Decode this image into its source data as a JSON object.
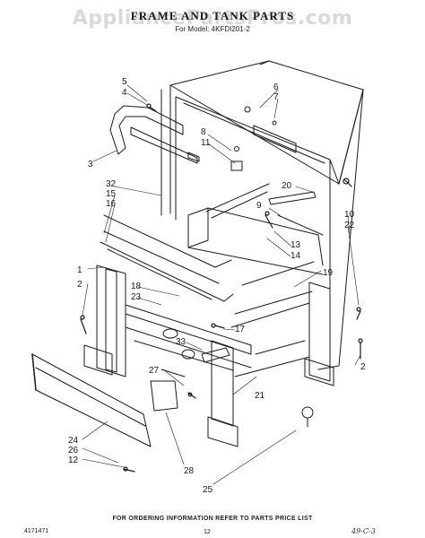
{
  "watermark": "AppliancePartsPros.com",
  "title": "FRAME AND TANK PARTS",
  "subtitle": "For Model: 4KFDI201-2",
  "footer_note": "FOR ORDERING INFORMATION REFER TO PARTS PRICE LIST",
  "document_number": "4171471",
  "page_number": "12",
  "handwritten_mark": "49-C-3",
  "callouts": [
    "5",
    "4",
    "3",
    "6",
    "7",
    "8",
    "11",
    "32",
    "15",
    "16",
    "20",
    "9",
    "10",
    "22",
    "13",
    "14",
    "1",
    "2",
    "19",
    "18",
    "23",
    "17",
    "33",
    "2",
    "27",
    "21",
    "24",
    "26",
    "12",
    "28",
    "25"
  ]
}
